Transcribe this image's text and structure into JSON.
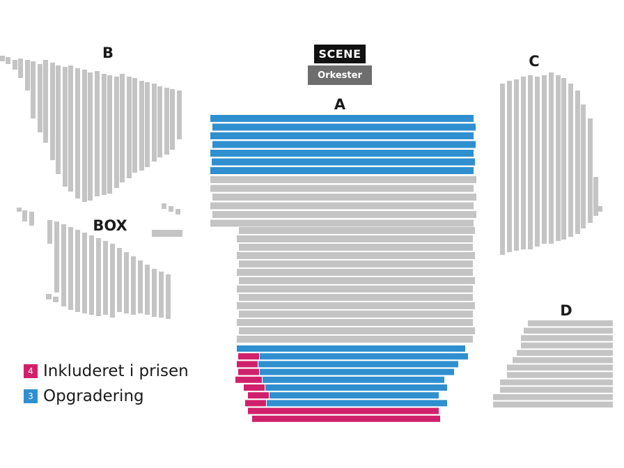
{
  "stage": {
    "scene_label": "SCENE",
    "orchestra_label": "Orkester"
  },
  "sections": {
    "a": "A",
    "b": "B",
    "c": "C",
    "d": "D",
    "box": "BOX"
  },
  "legend": {
    "included": {
      "number": "4",
      "label": "Inkluderet i prisen",
      "color": "#d1206b"
    },
    "upgrade": {
      "number": "3",
      "label": "Opgradering",
      "color": "#2f8fcf"
    }
  },
  "colors": {
    "seat_available": "#c4c4c4",
    "stage": "#111111",
    "orchestra": "#6e6e6e"
  }
}
